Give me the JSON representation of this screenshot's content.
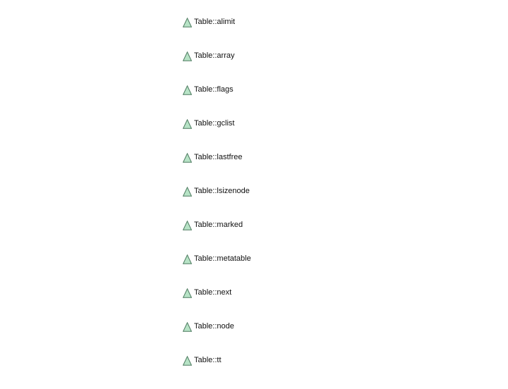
{
  "colors": {
    "icon_fill": "#b7e3c6",
    "icon_stroke": "#4c7a5f",
    "text": "#111111",
    "background": "#ffffff"
  },
  "icon": "triangle-icon",
  "members": [
    {
      "label": "Table::alimit"
    },
    {
      "label": "Table::array"
    },
    {
      "label": "Table::flags"
    },
    {
      "label": "Table::gclist"
    },
    {
      "label": "Table::lastfree"
    },
    {
      "label": "Table::lsizenode"
    },
    {
      "label": "Table::marked"
    },
    {
      "label": "Table::metatable"
    },
    {
      "label": "Table::next"
    },
    {
      "label": "Table::node"
    },
    {
      "label": "Table::tt"
    }
  ]
}
